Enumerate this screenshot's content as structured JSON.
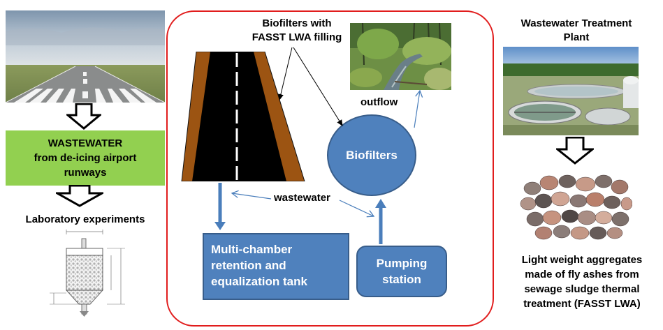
{
  "left": {
    "wastewater_box": [
      "WASTEWATER",
      "from de-icing airport",
      "runways"
    ],
    "lab_label": "Laboratory experiments"
  },
  "center": {
    "biofilters_caption": [
      "Biofilters with",
      "FASST LWA  filling"
    ],
    "outflow_label": "outflow",
    "biofilters_label": "Biofilters",
    "wastewater_label": "wastewater",
    "tank_label": [
      "Multi-chamber",
      "retention and",
      "equalization tank"
    ],
    "pumping_label": [
      "Pumping",
      "station"
    ]
  },
  "right": {
    "plant_title": [
      "Wastewater  Treatment",
      "Plant"
    ],
    "aggregates_caption": [
      "Light weight aggregates",
      "made of fly ashes from",
      "sewage sludge thermal",
      "treatment  (FASST LWA)"
    ]
  },
  "colors": {
    "frame_red": "#e11d1d",
    "blue_fill": "#4f81bd",
    "blue_border": "#385d8a",
    "green_fill": "#92d050",
    "arrow_blue": "#4a7ebb",
    "runway_edge": "#9c5412"
  }
}
